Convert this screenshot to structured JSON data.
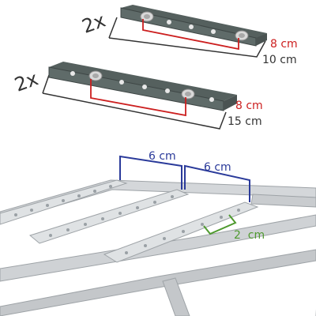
{
  "small_plate": {
    "quantity": "2x",
    "hole_spacing": "8 cm",
    "length": "10 cm"
  },
  "large_plate": {
    "quantity": "2x",
    "hole_spacing": "8 cm",
    "length": "15 cm"
  },
  "rack": {
    "bar_spacing_1": "6 cm",
    "bar_spacing_2": "6 cm",
    "hole_pitch": "2  cm"
  },
  "colors": {
    "plate": "#5f6b69",
    "hole_spacing_line": "#cc1f1f",
    "length_line": "#333333",
    "bar_spacing_line": "#2a3a9a",
    "hole_pitch_line": "#4f9a2f",
    "rack_steel": "#c9cccf"
  }
}
